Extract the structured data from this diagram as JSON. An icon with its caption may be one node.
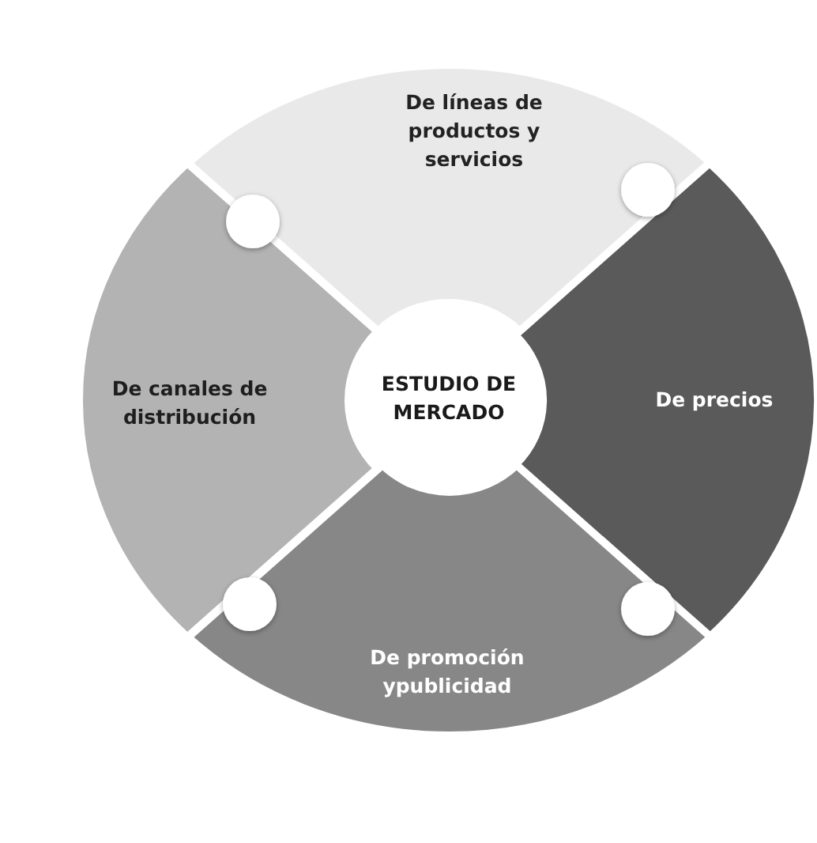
{
  "diagram": {
    "nodes": [
      {
        "text": [
          "De líneas de productos y servicios"
        ]
      },
      {
        "text": [
          "De canales de distribución"
        ]
      },
      {
        "text": [
          "ESTUDIO DE MERCADO"
        ]
      },
      {
        "text": [
          "De precios"
        ]
      },
      {
        "text": [
          "De promoción ypublicidad"
        ]
      }
    ]
  }
}
